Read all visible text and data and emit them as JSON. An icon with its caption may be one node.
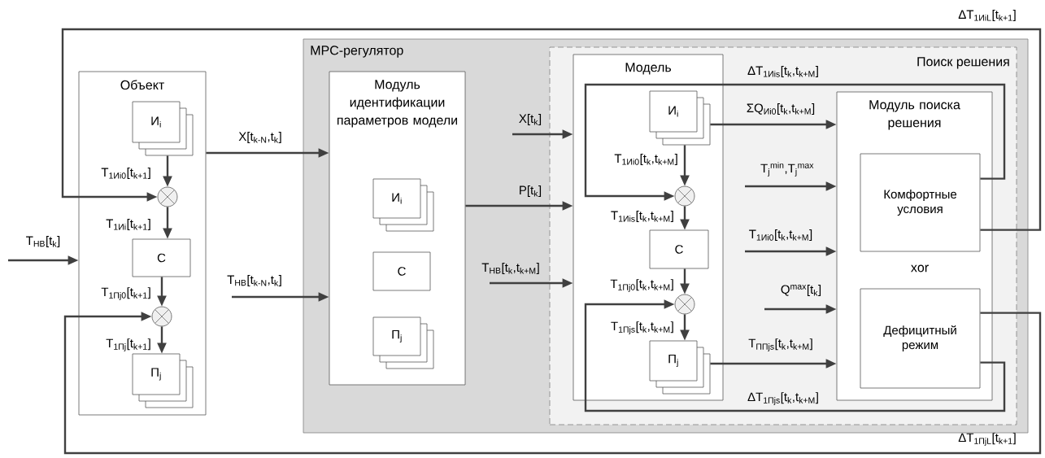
{
  "diagram": {
    "nodes": [
      {
        "text": [
          "Объект"
        ]
      },
      {
        "text": [
          "И$_{i}$"
        ],
        "in": 0
      },
      {
        "text": [],
        "shape": "circle",
        "in": 0
      },
      {
        "text": [
          "С"
        ],
        "in": 0
      },
      {
        "text": [],
        "shape": "circle",
        "in": 0
      },
      {
        "text": [
          "П$_{j}$"
        ],
        "in": 0
      },
      {
        "text": [
          "MPC-регулятор"
        ]
      },
      {
        "text": [
          "Модуль идентификации параметров модели"
        ],
        "in": 6
      },
      {
        "text": [
          "И$_{i}$"
        ],
        "in": 7
      },
      {
        "text": [
          "С"
        ],
        "in": 7
      },
      {
        "text": [
          "П$_{j}$"
        ],
        "in": 7
      },
      {
        "text": [
          "Поиск решения"
        ],
        "in": 6
      },
      {
        "text": [
          "Модель"
        ],
        "in": 11
      },
      {
        "text": [
          "И$_{i}$"
        ],
        "in": 12
      },
      {
        "text": [],
        "shape": "circle",
        "in": 12
      },
      {
        "text": [
          "С"
        ],
        "in": 12
      },
      {
        "text": [],
        "shape": "circle",
        "in": 12
      },
      {
        "text": [
          "П$_{j}$"
        ],
        "in": 12
      },
      {
        "text": [
          "Модуль поиска решения"
        ],
        "in": 11
      },
      {
        "text": [
          "Комфортные условия"
        ],
        "in": 18
      },
      {
        "text": [
          "Дефицитный режим"
        ],
        "in": 18
      }
    ],
    "edges": [
      {
        "from": null,
        "to": 0,
        "arrow": "to",
        "label": "T$_{НВ}$[t$_{k}$]"
      },
      {
        "from": 1,
        "to": 2,
        "arrow": "to",
        "label": "T$_{1Иi0}$[t$_{k+1}$]"
      },
      {
        "from": 2,
        "to": 3,
        "arrow": "to",
        "label": "T$_{1Иi}$[t$_{k+1}$]"
      },
      {
        "from": 3,
        "to": 4,
        "arrow": "to",
        "label": "T$_{1Пj0}$[t$_{k+1}$]"
      },
      {
        "from": 4,
        "to": 5,
        "arrow": "to",
        "label": "T$_{1Пj}$[t$_{k+1}$]"
      },
      {
        "from": 0,
        "to": 7,
        "arrow": "to",
        "label": "X[t$_{k-N}$,t$_{k}$]"
      },
      {
        "from": null,
        "to": 7,
        "arrow": "to",
        "label": "T$_{НВ}$[t$_{k-N}$,t$_{k}$]"
      },
      {
        "from": null,
        "to": 12,
        "arrow": "to",
        "label": "X[t$_{k}$]"
      },
      {
        "from": 7,
        "to": 12,
        "arrow": "to",
        "label": "P[t$_{k}$]"
      },
      {
        "from": null,
        "to": 12,
        "arrow": "to",
        "label": "T$_{НВ}$[t$_{k}$,t$_{k+M}$]"
      },
      {
        "from": 13,
        "to": 14,
        "arrow": "to",
        "label": "T$_{1Иi0}$[t$_{k}$,t$_{k+M}$]"
      },
      {
        "from": 14,
        "to": 15,
        "arrow": "to",
        "label": "T$_{1Иis}$[t$_{k}$,t$_{k+M}$]"
      },
      {
        "from": 15,
        "to": 16,
        "arrow": "to",
        "label": "T$_{1Пj0}$[t$_{k}$,t$_{k+M}$]"
      },
      {
        "from": 16,
        "to": 17,
        "arrow": "to",
        "label": "T$_{1Пjs}$[t$_{k}$,t$_{k+M}$]"
      },
      {
        "from": 13,
        "to": 18,
        "arrow": "to",
        "label": "ΣQ$_{Иi0}$[t$_{k}$,t$_{k+M}$]"
      },
      {
        "from": null,
        "to": 18,
        "arrow": "to",
        "label": "T$_{j}$$^{min}$,T$_{j}$$^{max}$"
      },
      {
        "from": null,
        "to": 18,
        "arrow": "to",
        "label": "T$_{1Иi0}$[t$_{k}$,t$_{k+M}$]"
      },
      {
        "from": null,
        "to": 18,
        "arrow": "to",
        "label": "Q$^{max}$[t$_{k}$]"
      },
      {
        "from": 17,
        "to": 18,
        "arrow": "to",
        "label": "T$_{ППjs}$[t$_{k}$,t$_{k+M}$]"
      },
      {
        "from": 19,
        "to": 14,
        "arrow": "to",
        "label": "ΔT$_{1Иis}$[t$_{k}$,t$_{k+M}$]"
      },
      {
        "from": 20,
        "to": 16,
        "arrow": "to",
        "label": "ΔT$_{1Пjs}$[t$_{k}$,t$_{k+M}$]"
      },
      {
        "from": 19,
        "to": 2,
        "arrow": "to",
        "label": "ΔT$_{1ИiL}$[t$_{k+1}$]"
      },
      {
        "from": 20,
        "to": 4,
        "arrow": "to",
        "label": "ΔT$_{1ПjL}$[t$_{k+1}$]"
      }
    ],
    "labels": [
      "xor"
    ]
  }
}
